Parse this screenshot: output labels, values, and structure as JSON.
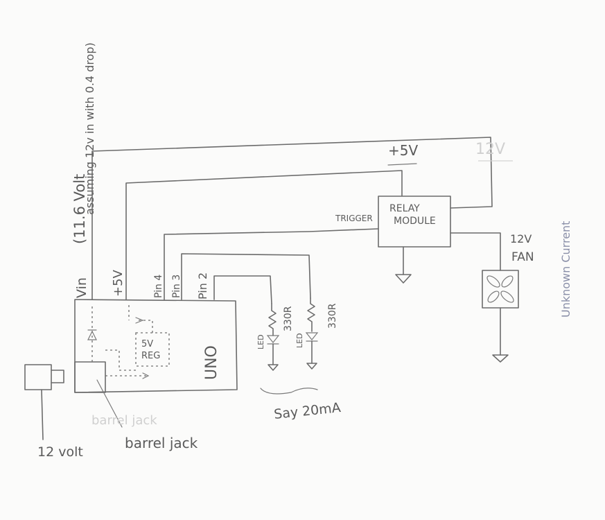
{
  "labels": {
    "vin": "Vin",
    "vin_note_line1": "(11.6 Volt",
    "vin_note_line2": "assuming 12v in with 0.4 drop)",
    "plus5v_uno": "+5V",
    "pin4": "Pin 4",
    "pin3": "Pin 3",
    "pin2": "Pin 2",
    "plus5v_relay": "+5V",
    "faded_12v": "12V",
    "trigger": "TRIGGER",
    "relay_line1": "RELAY",
    "relay_line2": "MODULE",
    "fan_12v": "12V",
    "fan": "FAN",
    "unknown_current": "Unknown Current",
    "reg_line1": "5V",
    "reg_line2": "REG",
    "uno": "UNO",
    "r1": "330R",
    "r2": "330R",
    "led1": "LED",
    "led2": "LED",
    "say_20ma": "Say 20mA",
    "twelve_volt": "12 volt",
    "barrel_jack": "barrel jack",
    "faded_barrel": "barrel jack"
  }
}
